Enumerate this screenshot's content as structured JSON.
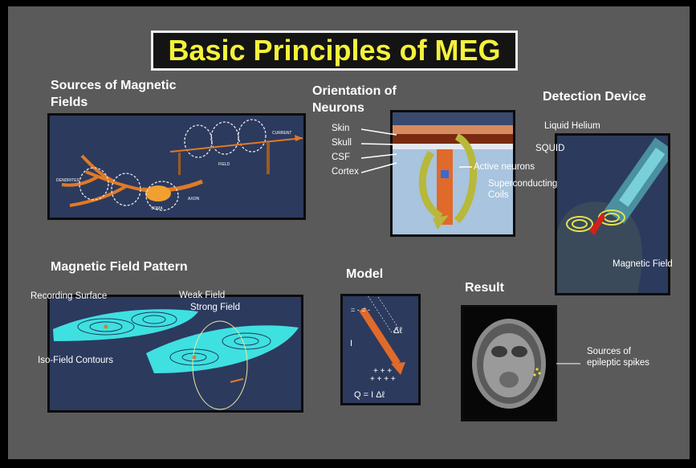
{
  "title": "Basic Principles of MEG",
  "sections": {
    "sources": {
      "heading": "Sources of Magnetic Fields",
      "labels": {
        "current": "CURRENT",
        "field": "FIELD",
        "dendrites": "DENDRITES",
        "soma": "SOMA",
        "axon": "AXON"
      }
    },
    "orientation": {
      "heading": "Orientation of Neurons",
      "labels": {
        "skin": "Skin",
        "skull": "Skull",
        "csf": "CSF",
        "cortex": "Cortex",
        "active": "Active neurons"
      }
    },
    "detection": {
      "heading": "Detection Device",
      "labels": {
        "helium": "Liquid Helium",
        "squid": "SQUID",
        "coils": "Superconducting Coils",
        "field": "Magnetic Field"
      }
    },
    "pattern": {
      "heading": "Magnetic Field Pattern",
      "labels": {
        "surface": "Recording Surface",
        "weak": "Weak Field",
        "strong": "Strong Field",
        "iso": "Iso-Field Contours"
      }
    },
    "model": {
      "heading": "Model",
      "labels": {
        "delta_top": "Δℓ",
        "i_label": "I",
        "equation": "Q = I Δℓ"
      }
    },
    "result": {
      "heading": "Result",
      "labels": {
        "spikes": "Sources of epileptic spikes"
      }
    }
  },
  "colors": {
    "title_text": "#f5f23a",
    "background": "#5a5a5a",
    "panel_navy": "#2c3a5e",
    "surface_cyan": "#3fe0e0"
  }
}
